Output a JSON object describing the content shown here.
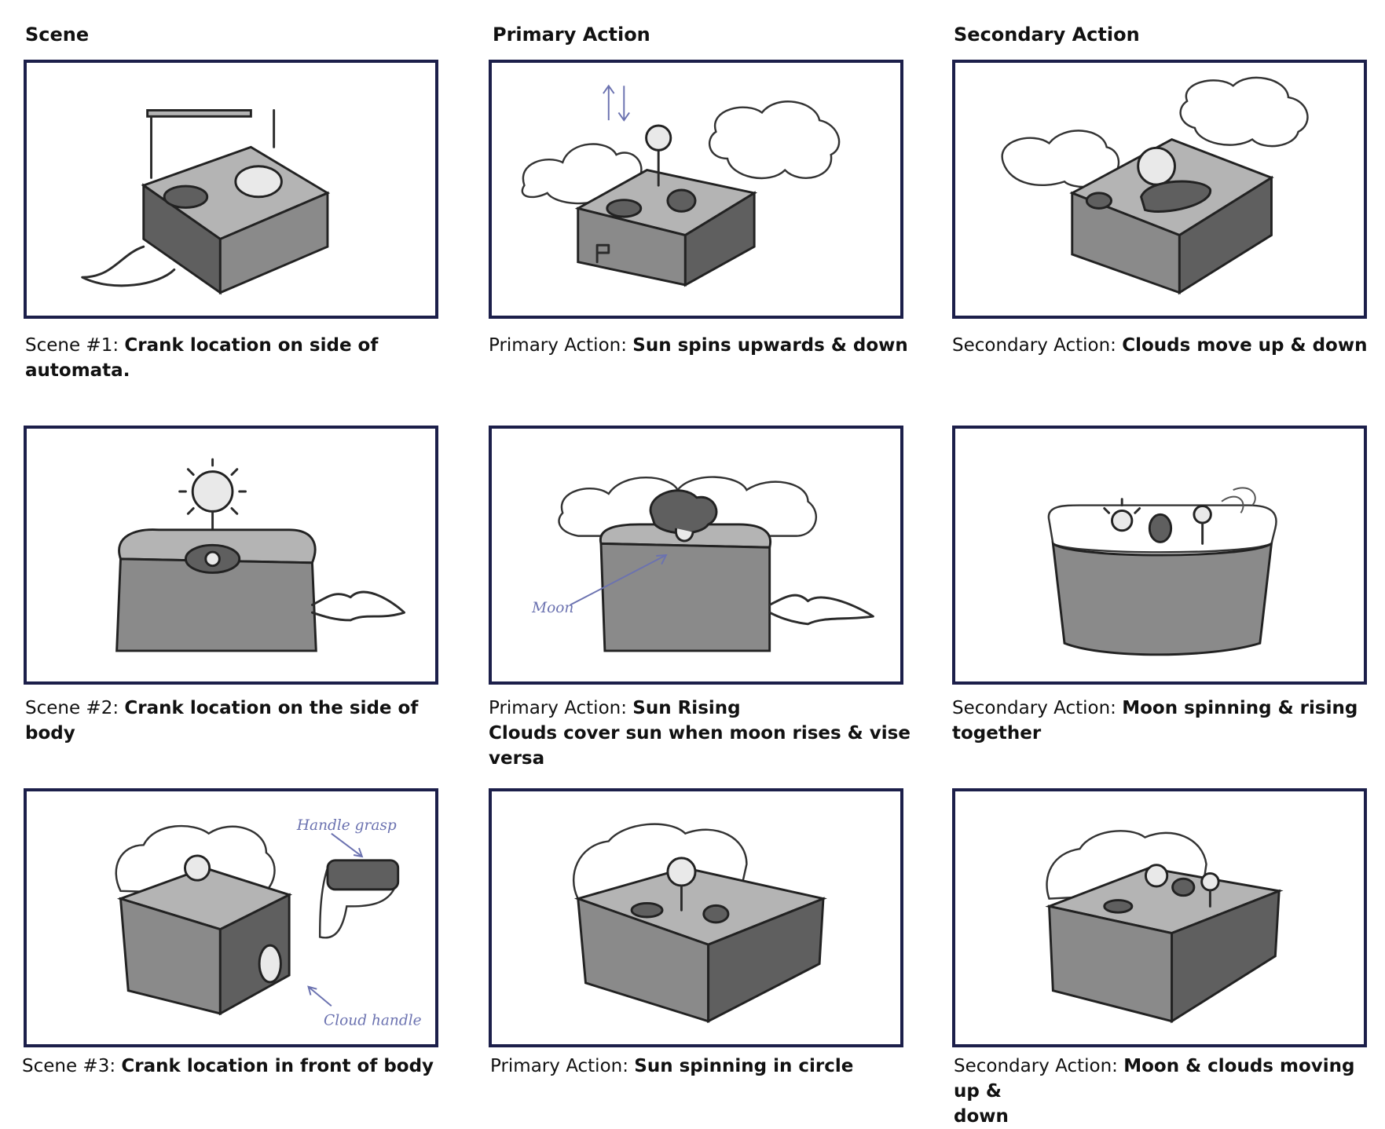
{
  "headers": {
    "scene": "Scene",
    "primary": "Primary Action",
    "secondary": "Secondary Action"
  },
  "rows": [
    {
      "scene": {
        "prefix": "Scene #1: ",
        "text": "Crank location on side of automata."
      },
      "primary": {
        "prefix": "Primary Action: ",
        "text": "Sun spins upwards & down",
        "extra": ""
      },
      "secondary": {
        "prefix": "Secondary Action: ",
        "text": "Clouds move up & down",
        "extra": ""
      }
    },
    {
      "scene": {
        "prefix": "Scene #2: ",
        "text": "Crank location on the side of body"
      },
      "primary": {
        "prefix": "Primary Action: ",
        "text": "Sun Rising",
        "extra": "Clouds cover sun when moon rises & vise versa"
      },
      "secondary": {
        "prefix": "Secondary Action: ",
        "text": "Moon spinning & rising",
        "extra": "together"
      }
    },
    {
      "scene": {
        "prefix": "Scene #3: ",
        "text": "Crank location in front of body"
      },
      "primary": {
        "prefix": "Primary Action: ",
        "text": "Sun spinning in circle",
        "extra": ""
      },
      "secondary": {
        "prefix": "Secondary Action: ",
        "text": "Moon & clouds moving up &",
        "extra": "down"
      }
    }
  ],
  "annotations": {
    "moon": "Moon",
    "handle_grasp": "Handle grasp",
    "cloud_handle": "Cloud handle"
  }
}
